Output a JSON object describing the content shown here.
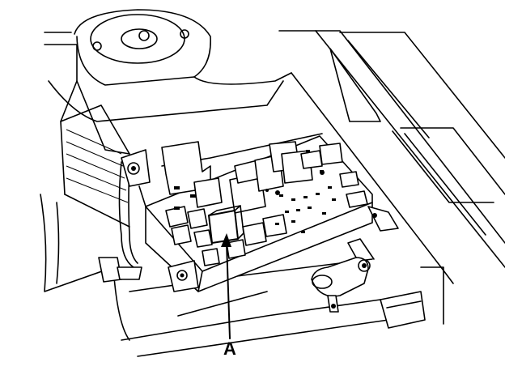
{
  "diagram": {
    "callout_label": "A",
    "line_color": "#000000",
    "background": "#ffffff",
    "highlighted_part": "relay",
    "icons": [
      "fuse-box",
      "relay",
      "battery-terminal",
      "bolt",
      "wire-harness"
    ]
  }
}
